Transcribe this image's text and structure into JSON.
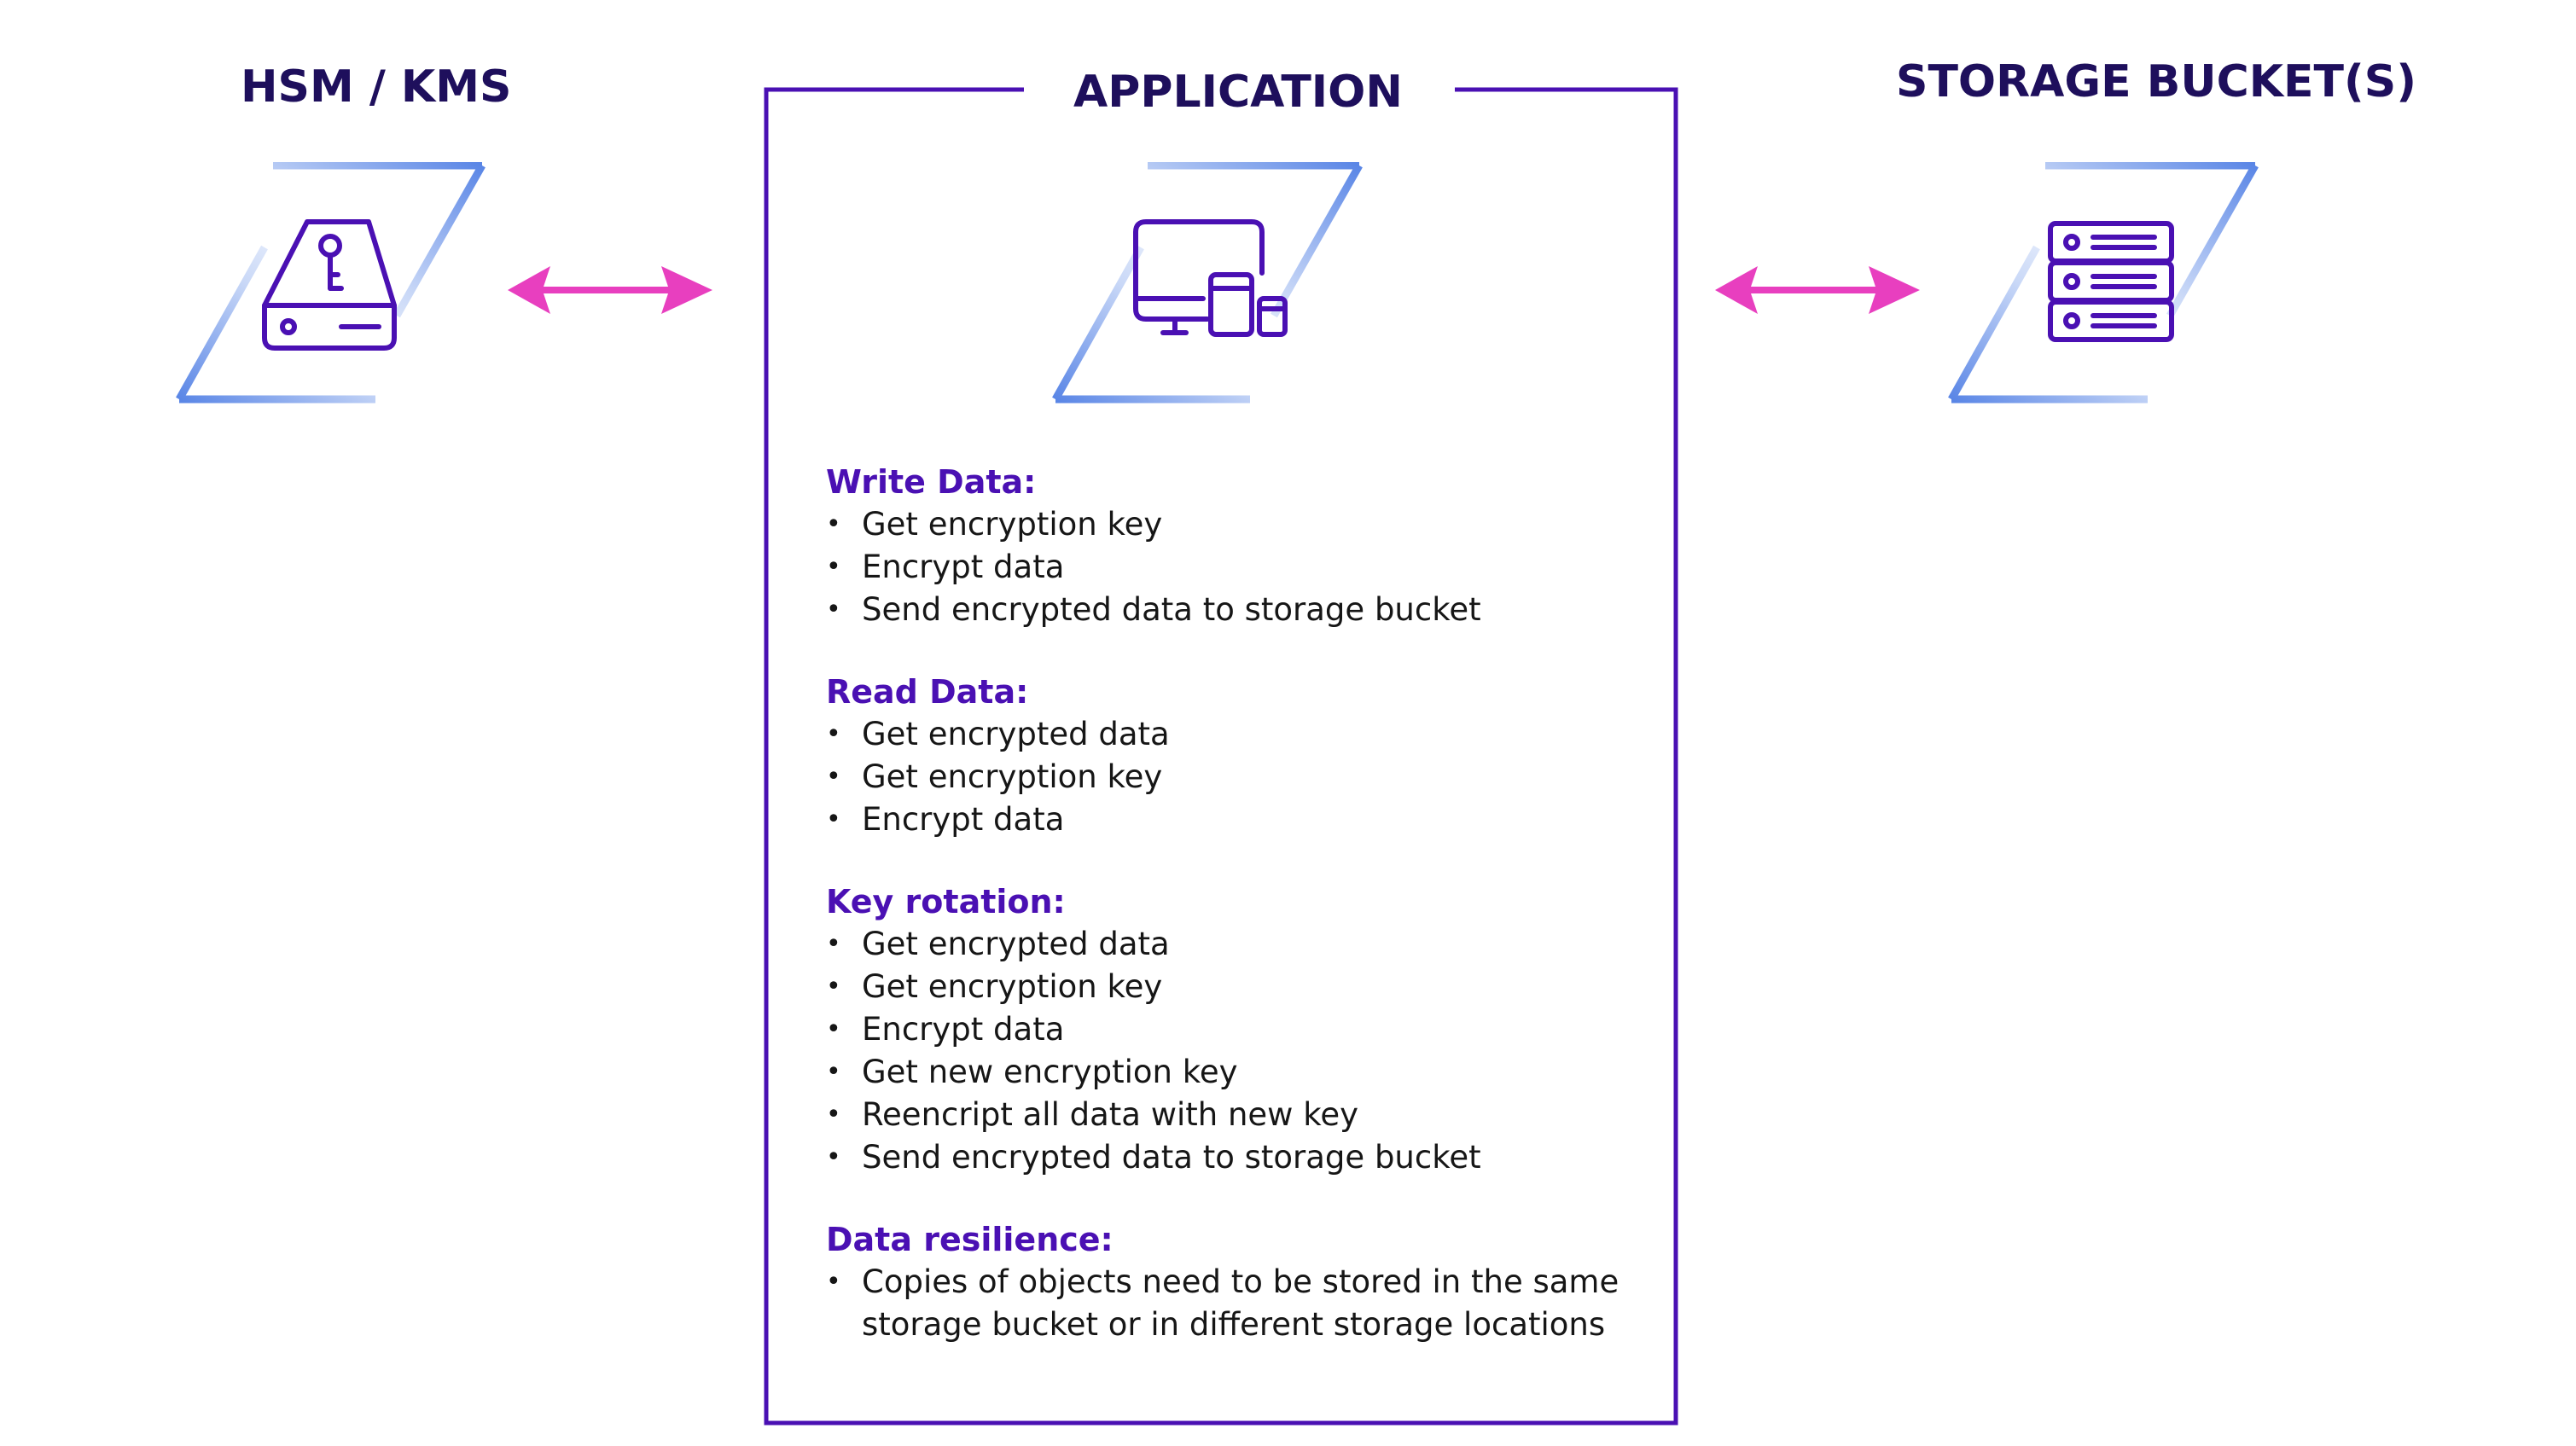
{
  "headings": {
    "hsm": "HSM / KMS",
    "application": "APPLICATION",
    "storage": "STORAGE BUCKET(S)"
  },
  "icons": {
    "hsm": "hard-drive-key-icon",
    "application": "devices-icon",
    "storage": "server-stack-icon",
    "arrows": "double-arrow-icon"
  },
  "colors": {
    "heading": "#1e0f5c",
    "section_title": "#4a10b3",
    "frame": "#4a10b3",
    "arrow": "#e83fbf",
    "icon_stroke": "#4a10b3",
    "parallelogram_gradient_start": "#5a86e6",
    "parallelogram_gradient_end": "#ffffff"
  },
  "sections": [
    {
      "title": "Write Data:",
      "items": [
        "Get encryption key",
        "Encrypt data",
        "Send encrypted data to storage bucket"
      ]
    },
    {
      "title": "Read Data:",
      "items": [
        "Get encrypted data",
        "Get encryption key",
        "Encrypt data"
      ]
    },
    {
      "title": "Key rotation:",
      "items": [
        "Get encrypted data",
        "Get encryption key",
        "Encrypt data",
        "Get new encryption key",
        "Reencript all data with new key",
        "Send encrypted data to storage bucket"
      ]
    },
    {
      "title": "Data resilience:",
      "items": [
        "Copies of objects need to be stored in the same storage bucket or in different storage locations"
      ]
    }
  ]
}
